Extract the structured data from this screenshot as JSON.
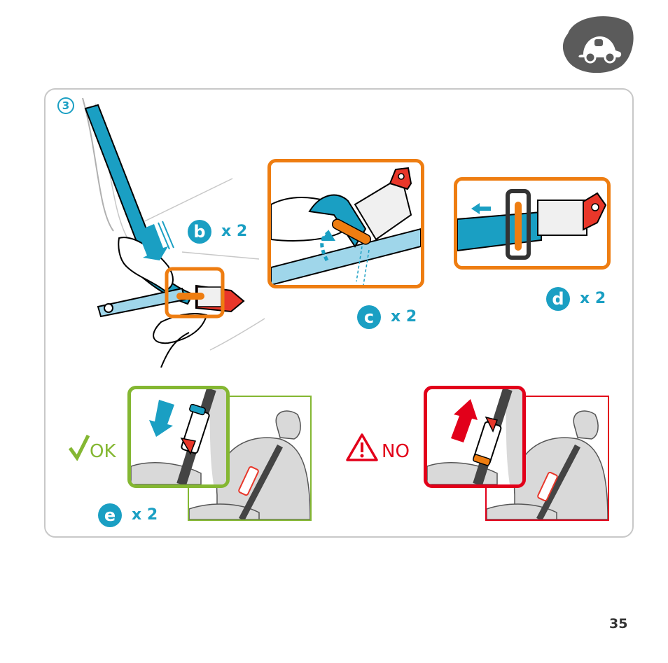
{
  "page_number": "35",
  "step": {
    "number": "3"
  },
  "substeps": {
    "b": {
      "letter": "b",
      "count": "x 2"
    },
    "c": {
      "letter": "c",
      "count": "x 2"
    },
    "d": {
      "letter": "d",
      "count": "x 2"
    },
    "e": {
      "letter": "e",
      "count": "x 2"
    }
  },
  "correct": {
    "mark": "✓",
    "label": "OK",
    "color": "#84b732"
  },
  "incorrect": {
    "label": "NO",
    "color": "#e2001a"
  },
  "colors": {
    "accent": "#1a9fc3",
    "frame_orange": "#ee7d11",
    "border_gray": "#c8c8c8",
    "badge_gray": "#5b5b5b"
  },
  "icons": [
    "car-icon",
    "warning-icon",
    "checkmark-icon",
    "arrow-down-icon",
    "arrow-up-icon",
    "arrow-left-icon"
  ]
}
